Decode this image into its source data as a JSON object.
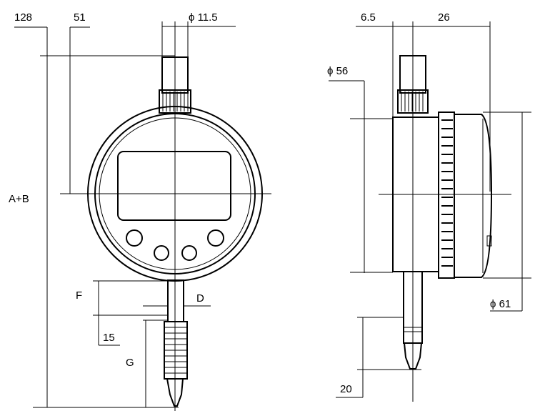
{
  "front_view": {
    "dimensions": {
      "d128": "128",
      "d51": "51",
      "phi11_5": "ϕ 11.5",
      "a_plus_b": "A+B",
      "f": "F",
      "d": "D",
      "d15": "15",
      "g": "G"
    }
  },
  "side_view": {
    "dimensions": {
      "d6_5": "6.5",
      "d26": "26",
      "phi56": "ϕ 56",
      "phi61": "ϕ 61",
      "d20": "20"
    }
  }
}
